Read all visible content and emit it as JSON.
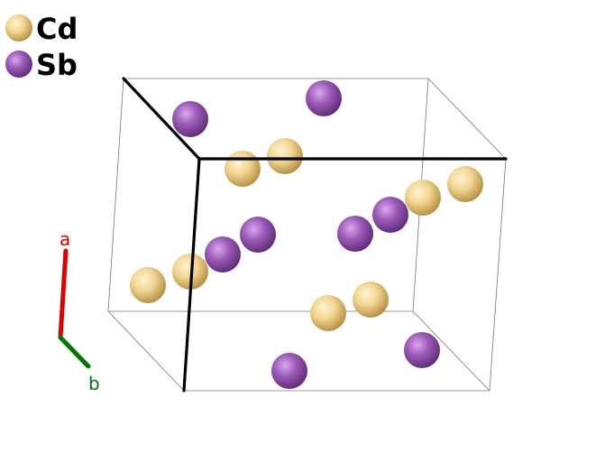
{
  "legend": {
    "items": [
      {
        "symbol": "Cd",
        "color": "#f2d58f"
      },
      {
        "symbol": "Sb",
        "color": "#9b59b6"
      }
    ]
  },
  "axes": {
    "a": {
      "label": "a",
      "color": "#dd0000"
    },
    "b": {
      "label": "b",
      "color": "#007700"
    }
  },
  "structure": {
    "atoms": [
      {
        "element": "Sb"
      },
      {
        "element": "Sb"
      },
      {
        "element": "Cd"
      },
      {
        "element": "Cd"
      },
      {
        "element": "Cd"
      },
      {
        "element": "Cd"
      },
      {
        "element": "Sb"
      },
      {
        "element": "Sb"
      },
      {
        "element": "Sb"
      },
      {
        "element": "Sb"
      },
      {
        "element": "Cd"
      },
      {
        "element": "Cd"
      },
      {
        "element": "Sb"
      },
      {
        "element": "Sb"
      },
      {
        "element": "Cd"
      },
      {
        "element": "Cd"
      }
    ]
  }
}
